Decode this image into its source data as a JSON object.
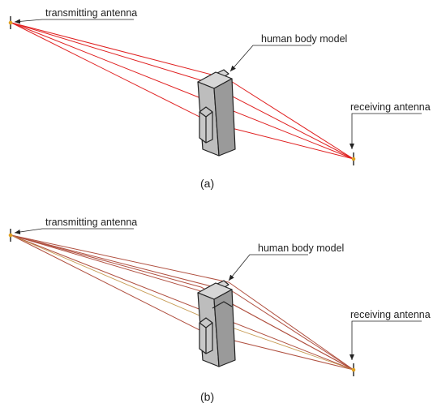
{
  "panels": [
    {
      "caption": "(a)",
      "labels": {
        "transmitting": "transmitting antenna",
        "body": "human body model",
        "receiving": "receiving antenna"
      },
      "ray_color": "#e02020"
    },
    {
      "caption": "(b)",
      "labels": {
        "transmitting": "transmitting antenna",
        "body": "human body model",
        "receiving": "receiving antenna"
      },
      "ray_color": "#b05040",
      "ray_color_alt": "#c09040"
    }
  ],
  "colors": {
    "body_fill": "#bdbdbd",
    "body_dark": "#9a9a9a",
    "body_light": "#d6d6d6",
    "outline": "#222222",
    "antenna": "#e0a020"
  }
}
